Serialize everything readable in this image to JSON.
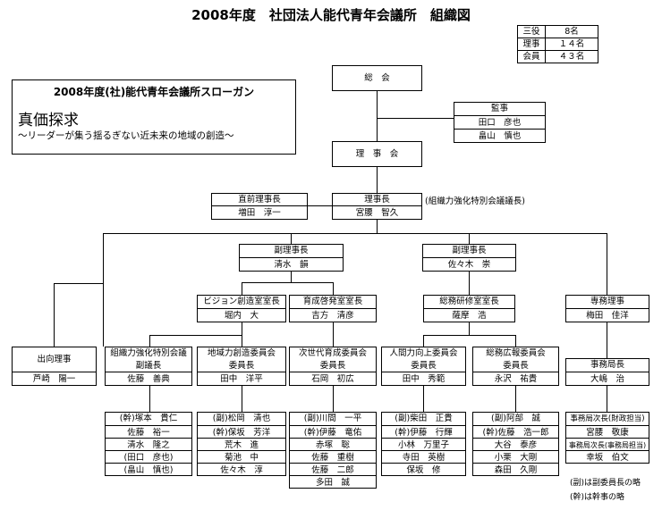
{
  "title": "2008年度　社団法人能代青年会議所　組織図",
  "stats": [
    {
      "label": "三役",
      "value": "8名"
    },
    {
      "label": "理事",
      "value": "１４名"
    },
    {
      "label": "会員",
      "value": "４３名"
    }
  ],
  "slogan": {
    "title": "2008年度(社)能代青年会議所スローガン",
    "main": "真価探求",
    "sub": "～リーダーが集う揺るぎない近未来の地域の創造～"
  },
  "general_assembly": "総　会",
  "auditors": {
    "title": "監事",
    "members": [
      "田口　彦也",
      "畠山　慎也"
    ]
  },
  "board": "理　事　会",
  "past_president": {
    "title": "直前理事長",
    "name": "増田　淳一"
  },
  "president": {
    "title": "理事長",
    "name": "宮腰　智久",
    "note": "(組織力強化特別会議議長)"
  },
  "vp1": {
    "title": "副理事長",
    "name": "清水　韻"
  },
  "vp2": {
    "title": "副理事長",
    "name": "佐々木　崇"
  },
  "managing_director": {
    "title": "専務理事",
    "name": "梅田　佳洋"
  },
  "office_chief_1": {
    "title": "ビジョン創造室室長",
    "name": "堀内　大"
  },
  "office_chief_2": {
    "title": "育成啓発室室長",
    "name": "吉方　清彦"
  },
  "office_chief_3": {
    "title": "総務研修室室長",
    "name": "薩摩　浩"
  },
  "seconded_director": {
    "title": "出向理事",
    "name": "芦崎　陽一"
  },
  "special_council": {
    "title": "組織力強化特別会議",
    "role": "副議長",
    "name": "佐藤　善典"
  },
  "committee_1": {
    "title": "地域力創造委員会",
    "role": "委員長",
    "name": "田中　洋平"
  },
  "committee_2": {
    "title": "次世代育成委員会",
    "role": "委員長",
    "name": "石岡　初広"
  },
  "committee_3": {
    "title": "人間力向上委員会",
    "role": "委員長",
    "name": "田中　秀範"
  },
  "committee_4": {
    "title": "総務広報委員会",
    "role": "委員長",
    "name": "永沢　祐貴"
  },
  "secretariat_head": {
    "title": "事務局長",
    "name": "大嶋　治"
  },
  "list_council": [
    "(幹)塚本　貴仁",
    "佐藤　裕一",
    "清水　隆之",
    "(田口　彦也)",
    "(畠山　慎也)"
  ],
  "list_c1": [
    "(副)松岡　清也",
    "(幹)保坂　芳洋",
    "荒木　進",
    "菊池　中",
    "佐々木　淳"
  ],
  "list_c2": [
    "(副)川間　一平",
    "(幹)伊藤　竜佑",
    "赤塚　聡",
    "佐藤　重樹",
    "佐藤　二郎",
    "多田　誠"
  ],
  "list_c3": [
    "(副)柴田　正貴",
    "(幹)伊藤　行輝",
    "小林　万里子",
    "寺田　英樹",
    "保坂　修"
  ],
  "list_c4": [
    "(副)阿部　誠",
    "(幹)佐藤　浩一郎",
    "大谷　泰彦",
    "小栗　大剛",
    "森田　久剛"
  ],
  "list_secretariat": [
    "事務局次長(財政担当)",
    "宮腰　敬康",
    "事務局次長(事務局担当)",
    "幸坂　伯文"
  ],
  "footnotes": [
    "(副)は副委員長の略",
    "(幹)は幹事の略"
  ]
}
